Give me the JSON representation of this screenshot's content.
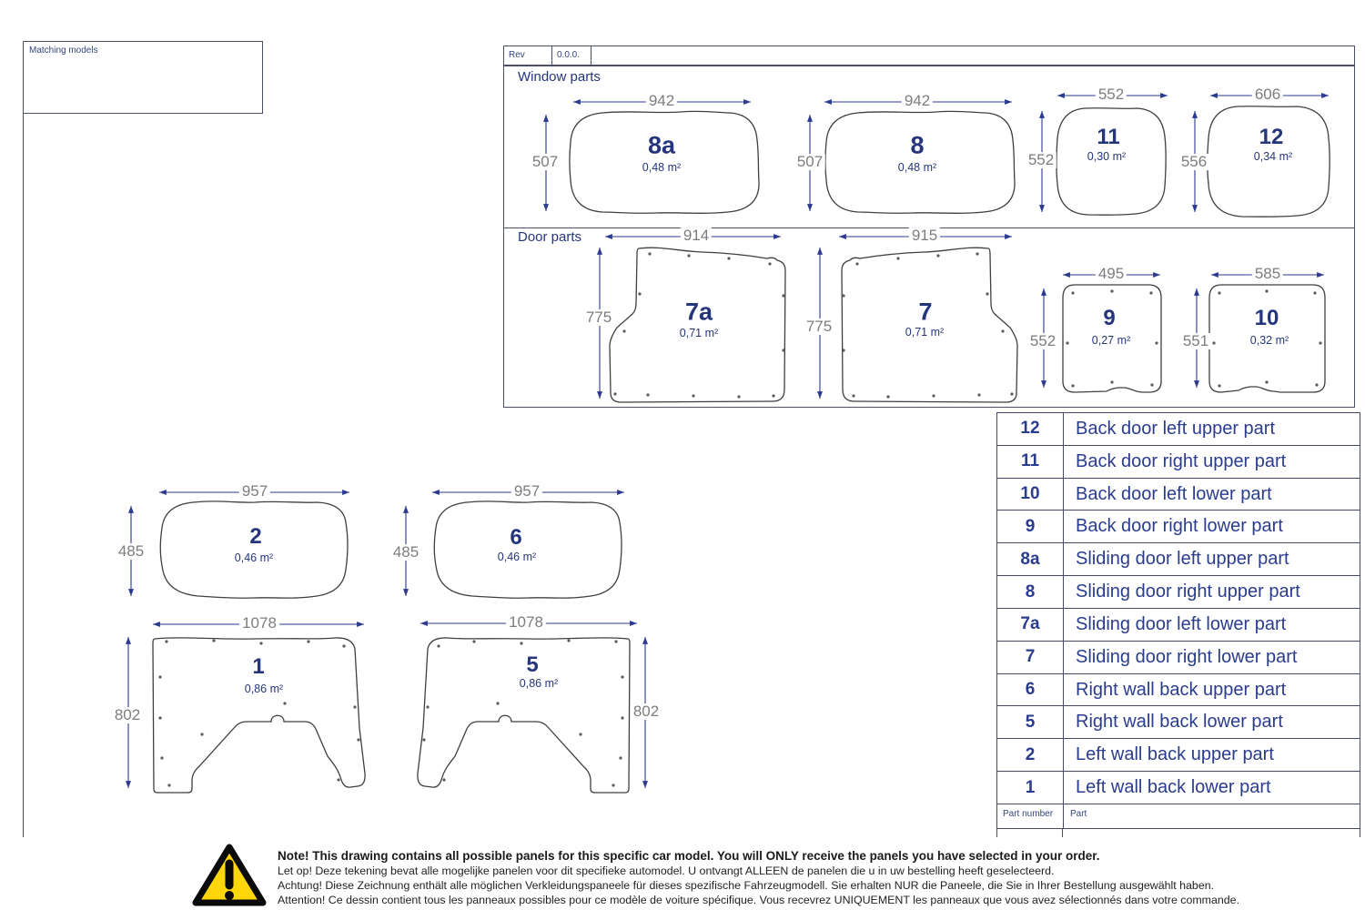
{
  "title_block": {
    "matching_models": "Matching models",
    "rev_label": "Rev",
    "rev_value": "0.0.0."
  },
  "sections": {
    "window": "Window parts",
    "door": "Door parts"
  },
  "parts": {
    "p8a": {
      "label": "8a",
      "area": "0,48 m²",
      "width": "942",
      "height": "507"
    },
    "p8": {
      "label": "8",
      "area": "0,48 m²",
      "width": "942",
      "height": "507"
    },
    "p11": {
      "label": "11",
      "area": "0,30 m²",
      "width": "552",
      "height": "552"
    },
    "p12": {
      "label": "12",
      "area": "0,34 m²",
      "width": "606",
      "height": "556"
    },
    "p7a": {
      "label": "7a",
      "area": "0,71 m²",
      "width": "914",
      "height": "775"
    },
    "p7": {
      "label": "7",
      "area": "0,71 m²",
      "width": "915",
      "height": "775"
    },
    "p9": {
      "label": "9",
      "area": "0,27 m²",
      "width": "495",
      "height": "552"
    },
    "p10": {
      "label": "10",
      "area": "0,32 m²",
      "width": "585",
      "height": "551"
    },
    "p2": {
      "label": "2",
      "area": "0,46 m²",
      "width": "957",
      "height": "485"
    },
    "p6": {
      "label": "6",
      "area": "0,46 m²",
      "width": "957",
      "height": "485"
    },
    "p1": {
      "label": "1",
      "area": "0,86 m²",
      "width": "1078",
      "height": "802"
    },
    "p5": {
      "label": "5",
      "area": "0,86 m²",
      "width": "1078",
      "height": "802"
    }
  },
  "parts_table": {
    "rows": [
      {
        "num": "12",
        "name": "Back door left upper part"
      },
      {
        "num": "11",
        "name": "Back door right upper part"
      },
      {
        "num": "10",
        "name": "Back door left lower part"
      },
      {
        "num": "9",
        "name": "Back door right lower part"
      },
      {
        "num": "8a",
        "name": "Sliding door left upper part"
      },
      {
        "num": "8",
        "name": "Sliding door right upper part"
      },
      {
        "num": "7a",
        "name": "Sliding door left lower part"
      },
      {
        "num": "7",
        "name": "Sliding door right lower part"
      },
      {
        "num": "6",
        "name": "Right wall back upper part"
      },
      {
        "num": "5",
        "name": "Right wall back lower part"
      },
      {
        "num": "2",
        "name": "Left wall back upper part"
      },
      {
        "num": "1",
        "name": "Left wall back lower part"
      }
    ],
    "footer": {
      "number_label": "Part number",
      "part_label": "Part"
    }
  },
  "notice": {
    "en": "Note! This drawing contains all possible panels for this specific car model. You will ONLY receive the panels you have selected in your order.",
    "nl": "Let op! Deze tekening bevat alle mogelijke panelen voor dit specifieke automodel. U ontvangt ALLEEN de panelen die u in uw bestelling heeft geselecteerd.",
    "de": "Achtung! Diese Zeichnung enthält alle möglichen Verkleidungspaneele für dieses spezifische Fahrzeugmodell. Sie erhalten NUR die Paneele, die Sie in Ihrer Bestellung ausgewählt haben.",
    "fr": "Attention! Ce dessin contient tous les panneaux possibles pour ce modèle de voiture spécifique. Vous recevrez UNIQUEMENT les panneaux que vous avez sélectionnés dans votre commande."
  },
  "colors": {
    "navy_text": "#24357c",
    "table_text": "#2a3c8e",
    "dim_text_gray": "#7d7d7d",
    "dim_line_navy": "#2b3990",
    "outline_gray": "#3f3f3f",
    "frame_line": "#4a5068",
    "warning_yellow": "#ffd60a",
    "warning_black": "#0a0a0a"
  }
}
